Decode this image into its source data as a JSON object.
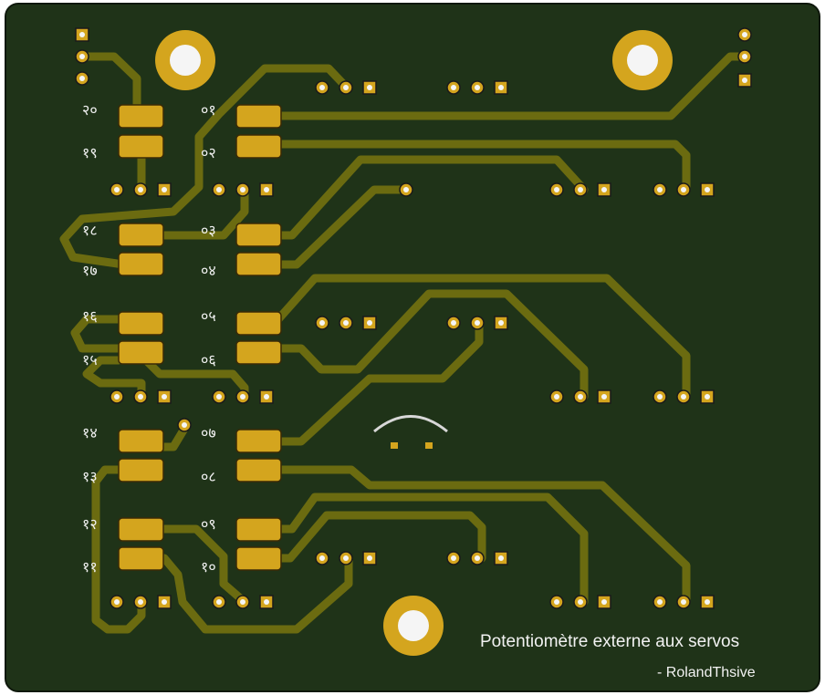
{
  "board": {
    "title": "Potentiomètre externe aux servos",
    "author": "- RolandThsive",
    "colors": {
      "background": "#1f3318",
      "trace": "#6b6b10",
      "trace_edge": "#4a4a0a",
      "pad": "#d4a51e",
      "hole": "#f5f5f5",
      "silkscreen": "#f2f2f2"
    }
  },
  "pad_labels": {
    "left": [
      "२०",
      "१९",
      "१८",
      "१७",
      "१६",
      "१५",
      "१४",
      "१३",
      "१२",
      "११"
    ],
    "right": [
      "०१",
      "०२",
      "०३",
      "०४",
      "०५",
      "०६",
      "०७",
      "०८",
      "०९",
      "१०"
    ]
  }
}
